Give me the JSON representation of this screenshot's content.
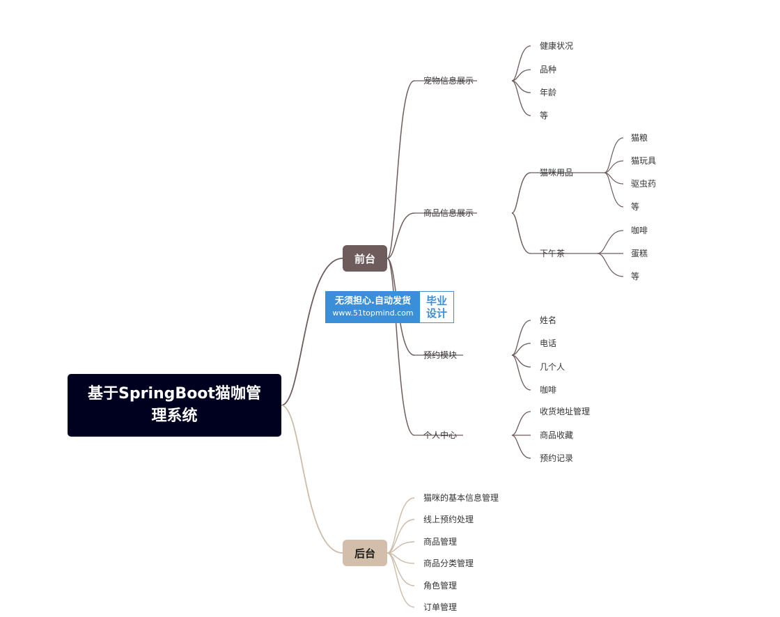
{
  "root": {
    "text": "基于SpringBoot猫咖管理系统"
  },
  "front": {
    "label": "前台",
    "children": [
      {
        "label": "宠物信息展示",
        "children": [
          "健康状况",
          "品种",
          "年龄",
          "等"
        ]
      },
      {
        "label": "商品信息展示",
        "groups": [
          {
            "label": "猫咪用品",
            "children": [
              "猫粮",
              "猫玩具",
              "驱虫药",
              "等"
            ]
          },
          {
            "label": "下午茶",
            "children": [
              "咖啡",
              "蛋糕",
              "等"
            ]
          }
        ]
      },
      {
        "label": "预约模块",
        "children": [
          "姓名",
          "电话",
          "几个人",
          "咖啡"
        ]
      },
      {
        "label": "个人中心",
        "children": [
          "收货地址管理",
          "商品收藏",
          "预约记录"
        ]
      }
    ]
  },
  "back": {
    "label": "后台",
    "children": [
      "猫咪的基本信息管理",
      "线上预约处理",
      "商品管理",
      "商品分类管理",
      "角色管理",
      "订单管理"
    ]
  },
  "watermark": {
    "line1": "无须担心.自动发货",
    "line2": "www.51topmind.com",
    "tag1": "毕业",
    "tag2": "设计"
  },
  "colors": {
    "root": "#00001f",
    "front": "#6e5b5b",
    "back": "#d3bfa9",
    "front_line": "#6e5b5b",
    "back_line": "#cdbba8",
    "watermark": "#3b8fd9"
  }
}
